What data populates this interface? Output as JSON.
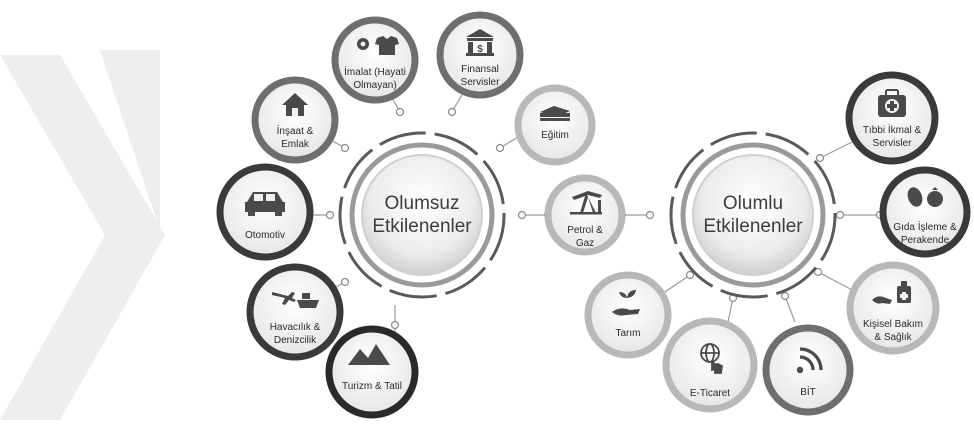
{
  "hubs": {
    "negative": {
      "line1": "Olumsuz",
      "line2": "Etkilenenler"
    },
    "positive": {
      "line1": "Olumlu",
      "line2": "Etkilenenler"
    }
  },
  "nodes": {
    "imalat": {
      "line1": "İmalat (Hayati",
      "line2": "Olmayan)"
    },
    "finansal": {
      "line1": "Finansal",
      "line2": "Servisler"
    },
    "egitim": {
      "line1": "Eğitim"
    },
    "insaat": {
      "line1": "İnşaat &",
      "line2": "Emlak"
    },
    "otomotiv": {
      "line1": "Otomotiv"
    },
    "havacilik": {
      "line1": "Havacılık &",
      "line2": "Denizcilik"
    },
    "turizm": {
      "line1": "Turizm & Tatil"
    },
    "petrol": {
      "line1": "Petrol &",
      "line2": "Gaz"
    },
    "tibbi": {
      "line1": "Tıbbi İkmal &",
      "line2": "Servisler"
    },
    "gida": {
      "line1": "Gıda İşleme &",
      "line2": "Perakende"
    },
    "kisisel": {
      "line1": "Kişisel Bakım",
      "line2": "& Sağlık"
    },
    "tarim": {
      "line1": "Tarım"
    },
    "eticaret": {
      "line1": "E-Ticaret"
    },
    "bit": {
      "line1": "BİT"
    }
  },
  "colors": {
    "dark_ring": "#3a3a3a",
    "mid_ring": "#6e6e6e",
    "light_ring": "#b8b8b8",
    "connector": "#9a9a9a",
    "icon": "#4a4a4a",
    "watermark": "#eeeeee"
  }
}
